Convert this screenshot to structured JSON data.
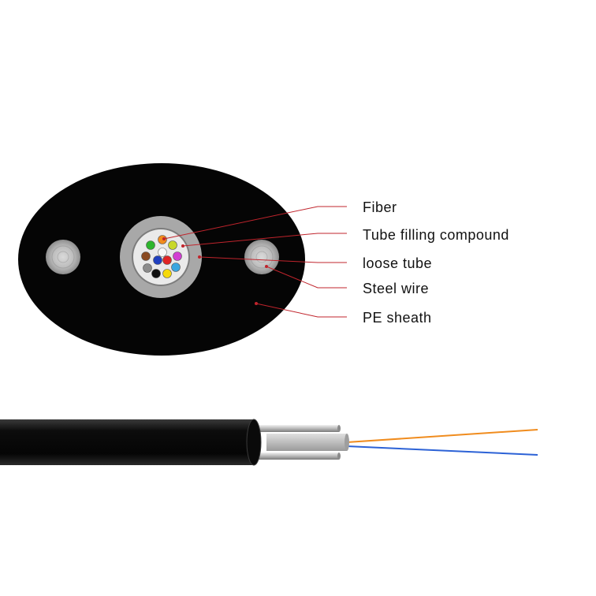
{
  "labels": {
    "fiber": "Fiber",
    "tube_filling_compound": "Tube filling compound",
    "loose_tube": "loose tube",
    "steel_wire": "Steel wire",
    "pe_sheath": "PE sheath"
  },
  "colors": {
    "sheath": "#050505",
    "leader_line": "#c0242c",
    "loose_tube": "#a8a8a8",
    "gel": "#e9e9e9",
    "orange_fiber": "#f08c1e",
    "blue_fiber": "#2c62d6"
  },
  "fiber_colors": [
    "#2db52d",
    "#f08c1e",
    "#c8d82a",
    "#8a4a22",
    "#f3f3f3",
    "#e02424",
    "#1f3fbf",
    "#d23fd2",
    "#8c8c8c",
    "#111111",
    "#f5d90a",
    "#3aa6e0"
  ]
}
